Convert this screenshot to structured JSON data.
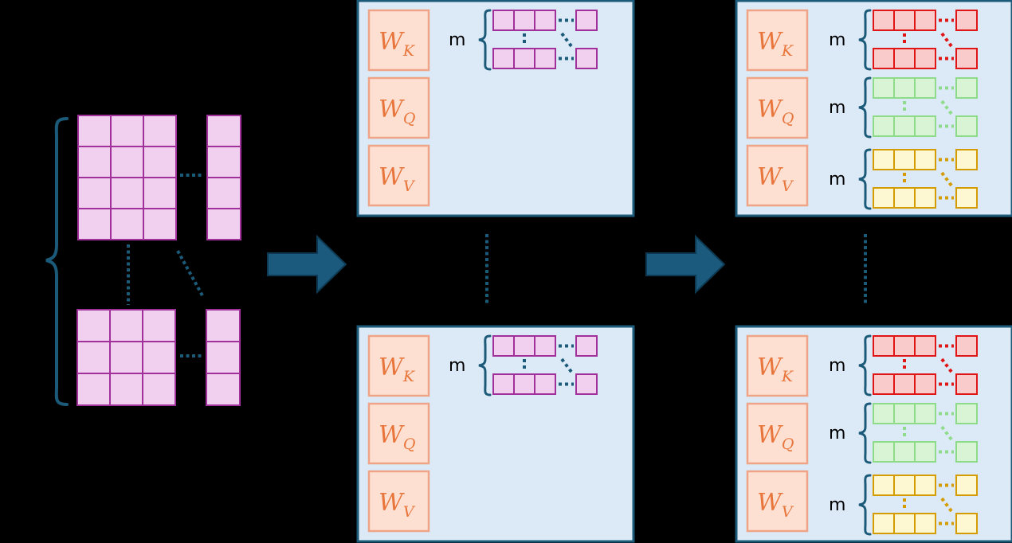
{
  "colors": {
    "background": "#000000",
    "block_fill": "#dce9f6",
    "block_border": "#1b5a78",
    "dots": "#1b5a78",
    "arrow_fill": "#1b5a7c",
    "arrow_border": "#0d3a52",
    "weight_fill": "#fde0d2",
    "weight_border": "#f0a487",
    "weight_text": "#e8763c",
    "input_fill": "#f1cfef",
    "input_border": "#a0309a",
    "k_fill": "#f9cbcb",
    "k_border": "#e01515",
    "q_fill": "#d9f3d5",
    "q_border": "#8edc8a",
    "v_fill": "#fdf7d2",
    "v_border": "#d49c00"
  },
  "weights": [
    {
      "key": "k",
      "letter": "W",
      "sub": "K"
    },
    {
      "key": "q",
      "letter": "W",
      "sub": "Q"
    },
    {
      "key": "v",
      "letter": "W",
      "sub": "V"
    }
  ],
  "m_label": "m",
  "icons": {
    "arrow_left": "right-arrow-icon",
    "arrow_right": "right-arrow-icon",
    "brace": "left-brace-icon"
  }
}
